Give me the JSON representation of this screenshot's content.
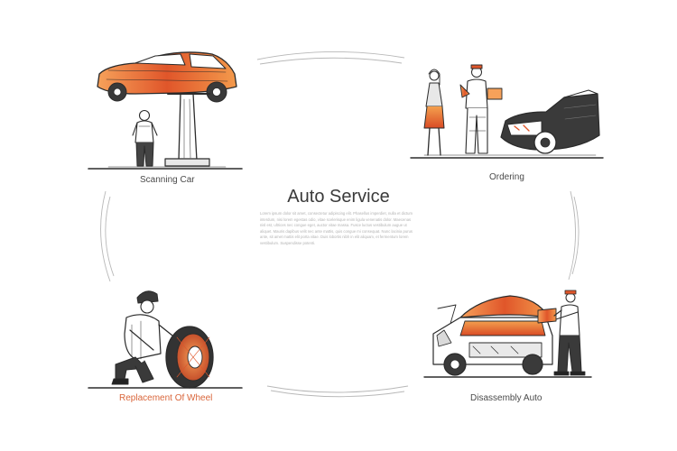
{
  "title": "Auto Service",
  "body_text": "Lorem ipsum dolor sit amet, consectetur adipiscing elit. Phasellus imperdiet, nulla et dictum interdum, nisi lorem egestas odio, vitae scelerisque enim ligula venenatis dolor. Maecenas nisl est, ultrices nec congue eget, auctor vitae massa. Fusce luctus vestibulum augue ut aliquet. Mauris dapibus velit nec ante mattis, quis congue mi consequat. Nunc lacinia purus ante, sit amet mattis elit porta vitae. Duis lobortis nibh in elit aliquam, et fermentum lorem vestibulum. Suspendisse potenti.",
  "panels": {
    "scanning": {
      "label": "Scanning Car"
    },
    "ordering": {
      "label": "Ordering"
    },
    "wheel": {
      "label": "Replacement Of Wheel"
    },
    "disassembly": {
      "label": "Disassembly Auto"
    }
  },
  "colors": {
    "ink": "#2b2b2b",
    "accent": "#e0562a",
    "accent_light": "#f6a15a",
    "frame": "#b5b5b5"
  }
}
